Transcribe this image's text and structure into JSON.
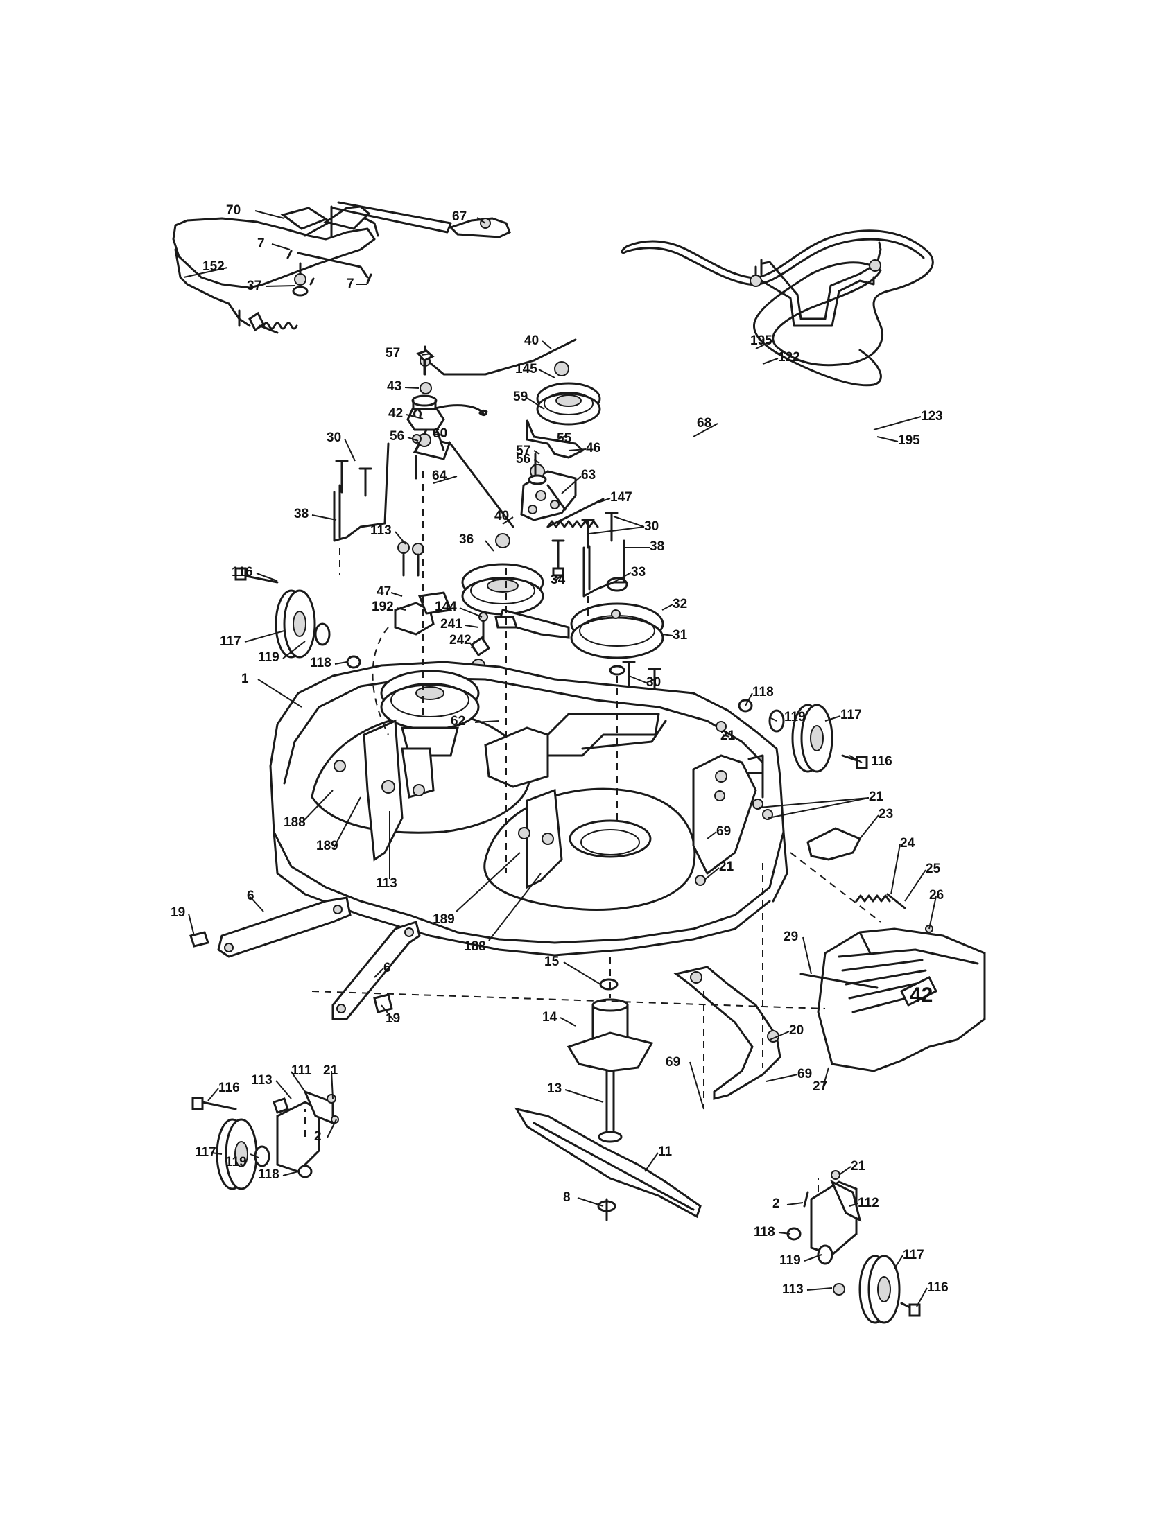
{
  "deck_badge": "42",
  "callouts": [
    {
      "id": "c70",
      "label": "70"
    },
    {
      "id": "c67",
      "label": "67"
    },
    {
      "id": "c7a",
      "label": "7"
    },
    {
      "id": "c152",
      "label": "152"
    },
    {
      "id": "c37",
      "label": "37"
    },
    {
      "id": "c7b",
      "label": "7"
    },
    {
      "id": "c57a",
      "label": "57"
    },
    {
      "id": "c40a",
      "label": "40"
    },
    {
      "id": "c195a",
      "label": "195"
    },
    {
      "id": "c122",
      "label": "122"
    },
    {
      "id": "c43",
      "label": "43"
    },
    {
      "id": "c145",
      "label": "145"
    },
    {
      "id": "c42",
      "label": "42"
    },
    {
      "id": "c59",
      "label": "59"
    },
    {
      "id": "c68",
      "label": "68"
    },
    {
      "id": "c123",
      "label": "123"
    },
    {
      "id": "c30a",
      "label": "30"
    },
    {
      "id": "c56a",
      "label": "56"
    },
    {
      "id": "c60",
      "label": "60"
    },
    {
      "id": "c57b",
      "label": "57"
    },
    {
      "id": "c55",
      "label": "55"
    },
    {
      "id": "c195b",
      "label": "195"
    },
    {
      "id": "c56b",
      "label": "56"
    },
    {
      "id": "c46",
      "label": "46"
    },
    {
      "id": "c64",
      "label": "64"
    },
    {
      "id": "c63",
      "label": "63"
    },
    {
      "id": "c147",
      "label": "147"
    },
    {
      "id": "c38a",
      "label": "38"
    },
    {
      "id": "c40b",
      "label": "40"
    },
    {
      "id": "c30b",
      "label": "30"
    },
    {
      "id": "c113a",
      "label": "113"
    },
    {
      "id": "c36",
      "label": "36"
    },
    {
      "id": "c38b",
      "label": "38"
    },
    {
      "id": "c116a",
      "label": "116"
    },
    {
      "id": "c33",
      "label": "33"
    },
    {
      "id": "c34",
      "label": "34"
    },
    {
      "id": "c47",
      "label": "47"
    },
    {
      "id": "c192",
      "label": "192"
    },
    {
      "id": "c144",
      "label": "144"
    },
    {
      "id": "c32",
      "label": "32"
    },
    {
      "id": "c241",
      "label": "241"
    },
    {
      "id": "c117a",
      "label": "117"
    },
    {
      "id": "c31",
      "label": "31"
    },
    {
      "id": "c242",
      "label": "242"
    },
    {
      "id": "c119a",
      "label": "119"
    },
    {
      "id": "c118a",
      "label": "118"
    },
    {
      "id": "c118b",
      "label": "118"
    },
    {
      "id": "c119b",
      "label": "119"
    },
    {
      "id": "c117b",
      "label": "117"
    },
    {
      "id": "c1",
      "label": "1"
    },
    {
      "id": "c30c",
      "label": "30"
    },
    {
      "id": "c21a",
      "label": "21"
    },
    {
      "id": "c116b",
      "label": "116"
    },
    {
      "id": "c62",
      "label": "62"
    },
    {
      "id": "c21b",
      "label": "21"
    },
    {
      "id": "c69a",
      "label": "69"
    },
    {
      "id": "c23",
      "label": "23"
    },
    {
      "id": "c188a",
      "label": "188"
    },
    {
      "id": "c189a",
      "label": "189"
    },
    {
      "id": "c24",
      "label": "24"
    },
    {
      "id": "c21c",
      "label": "21"
    },
    {
      "id": "c25",
      "label": "25"
    },
    {
      "id": "c113b",
      "label": "113"
    },
    {
      "id": "c26",
      "label": "26"
    },
    {
      "id": "c6a",
      "label": "6"
    },
    {
      "id": "c19a",
      "label": "19"
    },
    {
      "id": "c189b",
      "label": "189"
    },
    {
      "id": "c188b",
      "label": "188"
    },
    {
      "id": "c29",
      "label": "29"
    },
    {
      "id": "c15",
      "label": "15"
    },
    {
      "id": "c6b",
      "label": "6"
    },
    {
      "id": "c19b",
      "label": "19"
    },
    {
      "id": "c14",
      "label": "14"
    },
    {
      "id": "c20",
      "label": "20"
    },
    {
      "id": "c69b",
      "label": "69"
    },
    {
      "id": "c69c",
      "label": "69"
    },
    {
      "id": "c27",
      "label": "27"
    },
    {
      "id": "c21d",
      "label": "21"
    },
    {
      "id": "c113c",
      "label": "113"
    },
    {
      "id": "c111",
      "label": "111"
    },
    {
      "id": "c116c",
      "label": "116"
    },
    {
      "id": "c13",
      "label": "13"
    },
    {
      "id": "c2a",
      "label": "2"
    },
    {
      "id": "c117c",
      "label": "117"
    },
    {
      "id": "c119c",
      "label": "119"
    },
    {
      "id": "c118c",
      "label": "118"
    },
    {
      "id": "c11",
      "label": "11"
    },
    {
      "id": "c21e",
      "label": "21"
    },
    {
      "id": "c8",
      "label": "8"
    },
    {
      "id": "c2b",
      "label": "2"
    },
    {
      "id": "c112",
      "label": "112"
    },
    {
      "id": "c118d",
      "label": "118"
    },
    {
      "id": "c117d",
      "label": "117"
    },
    {
      "id": "c119d",
      "label": "119"
    },
    {
      "id": "c113d",
      "label": "113"
    },
    {
      "id": "c116d",
      "label": "116"
    }
  ]
}
